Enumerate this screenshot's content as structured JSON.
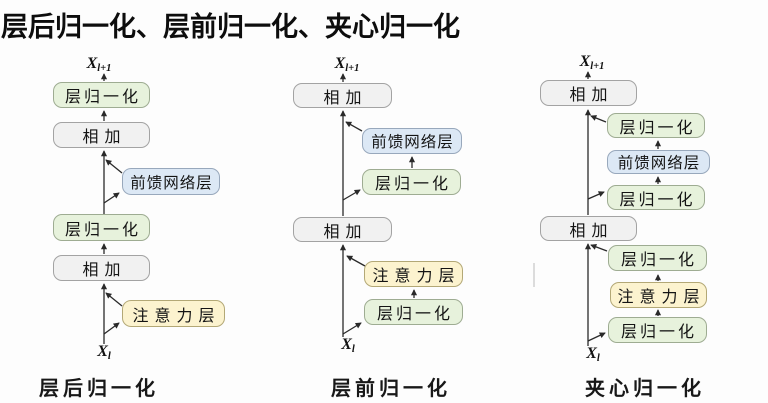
{
  "title": "层后归一化、层前归一化、夹心归一化",
  "colors": {
    "green-fill": "#e7f2dc",
    "green-border": "#9eac92",
    "gray-fill": "#f1f1f1",
    "gray-border": "#a3a3a3",
    "blue-fill": "#dce8f5",
    "blue-border": "#98a8bc",
    "yellow-fill": "#fcf3cf",
    "yellow-border": "#b3a876",
    "line": "#2a2a2a"
  },
  "diagrams": [
    {
      "caption": "层后归一化",
      "input": {
        "var": "X",
        "sub": "l"
      },
      "output": {
        "var": "X",
        "sub": "l+1"
      },
      "nodes": [
        {
          "type": "layer-norm",
          "label": "层归一化"
        },
        {
          "type": "add",
          "label": "相加"
        },
        {
          "type": "ffn",
          "label": "前馈网络层"
        },
        {
          "type": "layer-norm",
          "label": "层归一化"
        },
        {
          "type": "add",
          "label": "相加"
        },
        {
          "type": "attention",
          "label": "注意力层"
        }
      ]
    },
    {
      "caption": "层前归一化",
      "input": {
        "var": "X",
        "sub": "l"
      },
      "output": {
        "var": "X",
        "sub": "l+1"
      },
      "nodes": [
        {
          "type": "add",
          "label": "相加"
        },
        {
          "type": "ffn",
          "label": "前馈网络层"
        },
        {
          "type": "layer-norm",
          "label": "层归一化"
        },
        {
          "type": "add",
          "label": "相加"
        },
        {
          "type": "attention",
          "label": "注意力层"
        },
        {
          "type": "layer-norm",
          "label": "层归一化"
        }
      ]
    },
    {
      "caption": "夹心归一化",
      "input": {
        "var": "X",
        "sub": "l"
      },
      "output": {
        "var": "X",
        "sub": "l+1"
      },
      "nodes": [
        {
          "type": "add",
          "label": "相加"
        },
        {
          "type": "layer-norm",
          "label": "层归一化"
        },
        {
          "type": "ffn",
          "label": "前馈网络层"
        },
        {
          "type": "layer-norm",
          "label": "层归一化"
        },
        {
          "type": "add",
          "label": "相加"
        },
        {
          "type": "layer-norm",
          "label": "层归一化"
        },
        {
          "type": "attention",
          "label": "注意力层"
        },
        {
          "type": "layer-norm",
          "label": "层归一化"
        }
      ]
    }
  ]
}
